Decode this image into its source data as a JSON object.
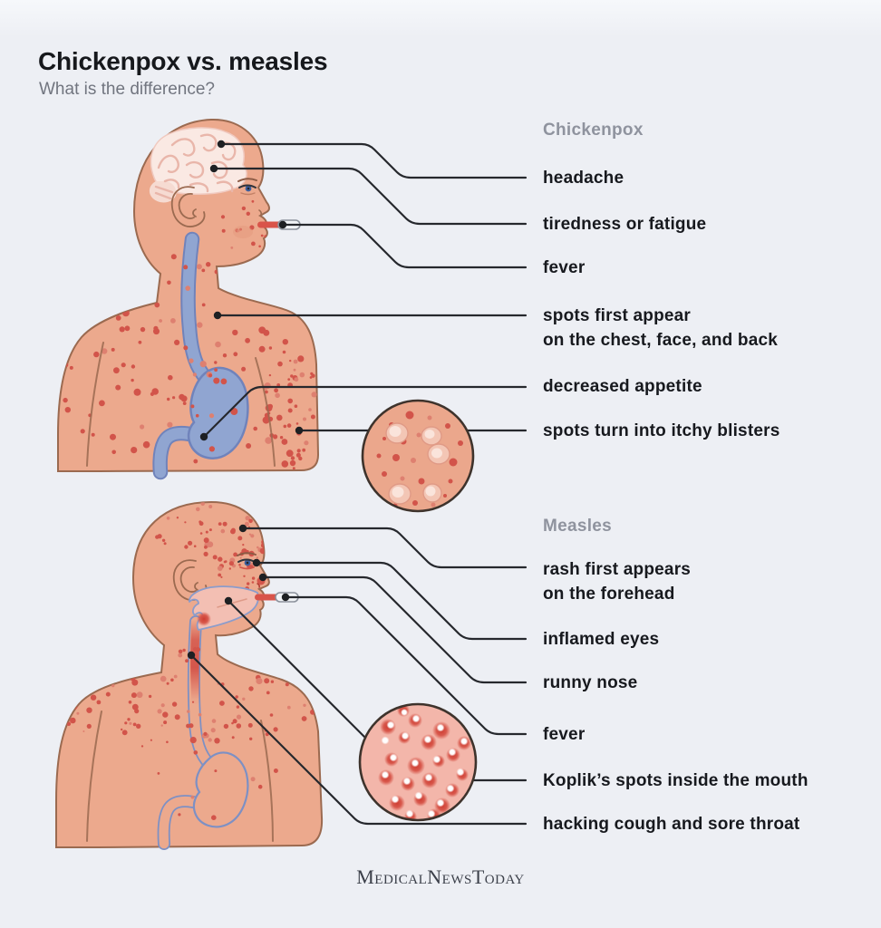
{
  "header": {
    "title": "Chickenpox vs. measles",
    "subtitle": "What is the difference?"
  },
  "sections": [
    {
      "heading": "Chickenpox",
      "labels": [
        {
          "line1": "headache"
        },
        {
          "line1": "tiredness or fatigue"
        },
        {
          "line1": "fever"
        },
        {
          "line1": "spots first appear",
          "line2": "on the chest, face, and back"
        },
        {
          "line1": "decreased appetite"
        },
        {
          "line1": "spots turn into itchy blisters"
        }
      ]
    },
    {
      "heading": "Measles",
      "labels": [
        {
          "line1": "rash first appears",
          "line2": "on the forehead"
        },
        {
          "line1": "inflamed eyes"
        },
        {
          "line1": "runny nose"
        },
        {
          "line1": "fever"
        },
        {
          "line1": "Koplik’s spots inside the mouth"
        },
        {
          "line1": "hacking cough and sore throat"
        }
      ]
    }
  ],
  "footer": {
    "brand": [
      "Medical",
      "News",
      "Today"
    ]
  },
  "colors": {
    "background": "#EDEFF4",
    "skin": "#ECA98D",
    "skin_outline": "#9B6A50",
    "spot_red": "#D2544A",
    "organ_blue_fill": "#90A5D1",
    "organ_blue_line": "#7083BB",
    "leader_line": "#26282D",
    "title_text": "#16181C",
    "muted_text": "#8F939E",
    "label_text": "#17191E",
    "footer_text": "#3B3F49"
  }
}
